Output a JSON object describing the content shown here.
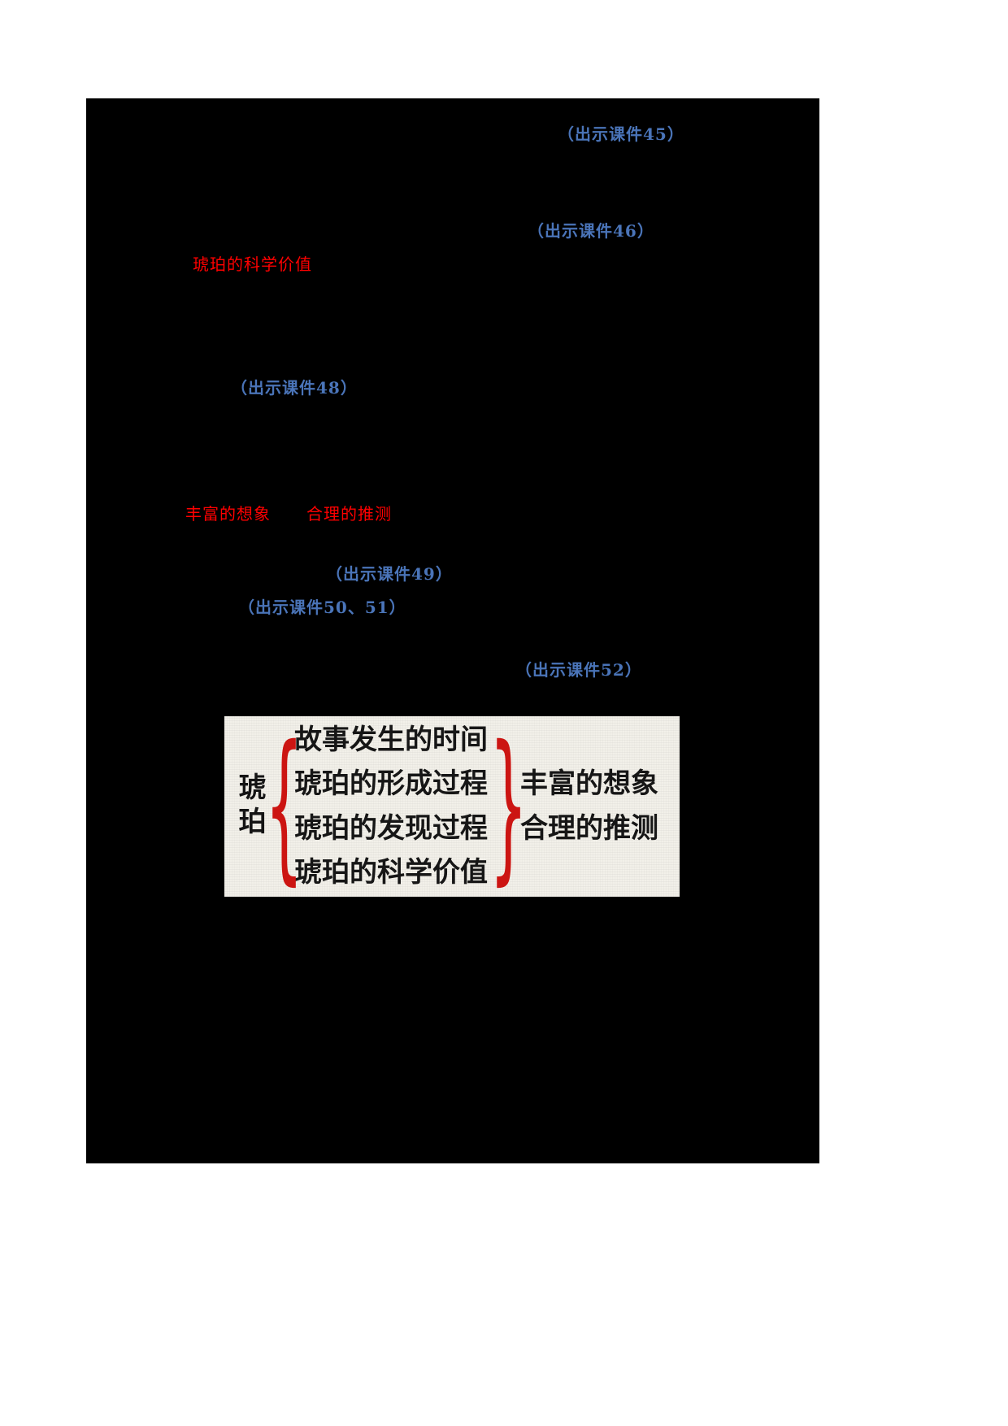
{
  "page": {
    "canvas_color": "#ffffff",
    "page_bg_color": "#000000"
  },
  "colors": {
    "cue_blue": "#4a74b8",
    "note_red": "#ff0000",
    "brace_red": "#cc1512",
    "diagram_bg": "#f2f0e9",
    "diagram_text": "#161616"
  },
  "cues": {
    "c45": "（出示课件45）",
    "c46": "（出示课件46）",
    "c48": "（出示课件48）",
    "c49": "（出示课件49）",
    "c50": "（出示课件50、51）",
    "c52": "（出示课件52）"
  },
  "notes": {
    "science_value": "琥珀的科学价值",
    "imagination": "丰富的想象",
    "inference": "合理的推测"
  },
  "diagram": {
    "subject": "琥珀",
    "left_brace": "{",
    "right_brace": "}",
    "items": [
      "故事发生的时间",
      "琥珀的形成过程",
      "琥珀的发现过程",
      "琥珀的科学价值"
    ],
    "conclusion": [
      "丰富的想象",
      "合理的推测"
    ]
  }
}
